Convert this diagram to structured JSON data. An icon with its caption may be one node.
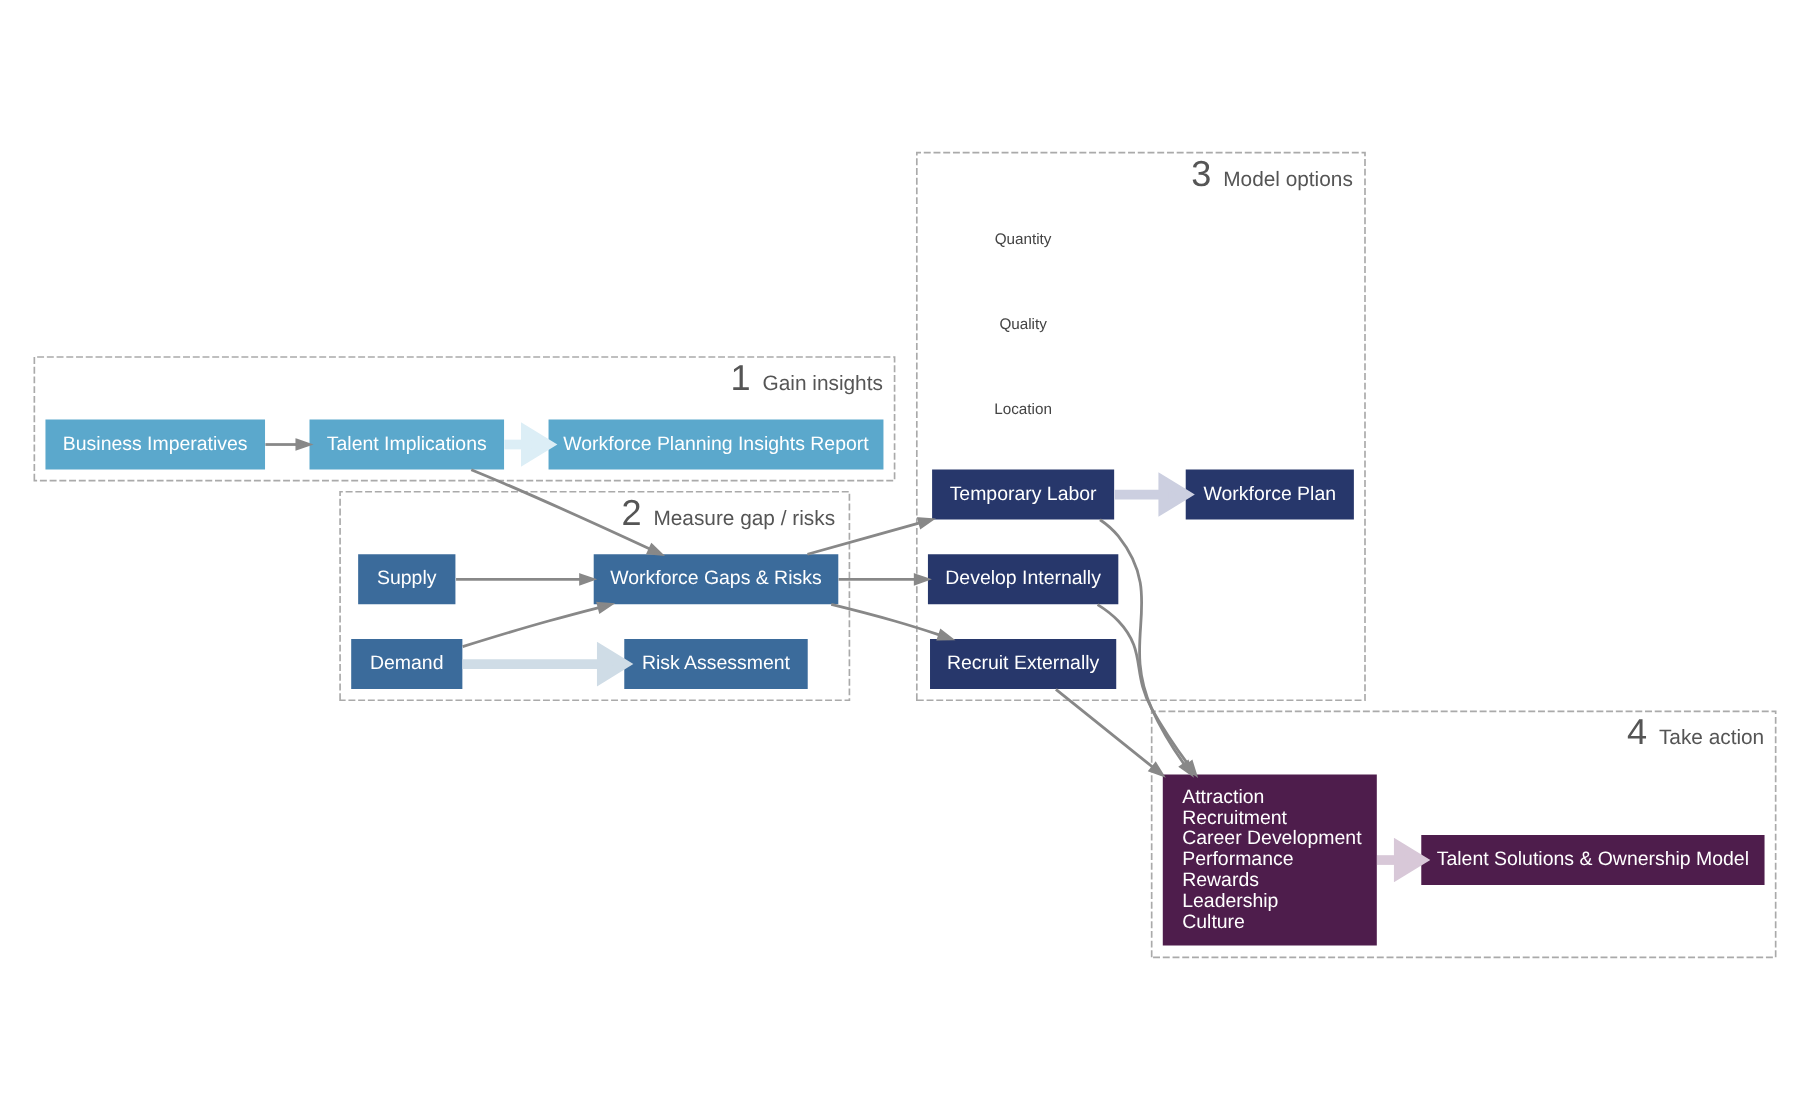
{
  "diagram": {
    "nodes": [
      {
        "text": [
          "1",
          "Gain insights"
        ]
      },
      {
        "text": [
          "Business Imperatives"
        ],
        "in": 0
      },
      {
        "text": [
          "Talent Implications"
        ],
        "in": 0
      },
      {
        "text": [
          "Workforce Planning Insights Report"
        ],
        "in": 0
      },
      {
        "text": [
          "2",
          "Measure gap / risks"
        ]
      },
      {
        "text": [
          "Supply"
        ],
        "in": 4
      },
      {
        "text": [
          "Workforce Gaps & Risks"
        ],
        "in": 4
      },
      {
        "text": [
          "Demand"
        ],
        "in": 4
      },
      {
        "text": [
          "Risk Assessment"
        ],
        "in": 4
      },
      {
        "text": [
          "3",
          "Model options"
        ]
      },
      {
        "text": [
          "Develop Internally"
        ],
        "in": 9
      },
      {
        "text": [
          "Recruit Externally"
        ],
        "in": 9
      },
      {
        "text": [
          "Temporary Labor"
        ],
        "in": 9
      },
      {
        "text": [
          "Workforce Plan"
        ],
        "in": 9
      },
      {
        "text": [
          "4",
          "Take action"
        ]
      },
      {
        "text": [
          "Attraction",
          "Recruitment",
          "Career Development",
          "Performance",
          "Rewards",
          "Leadership",
          "Culture"
        ],
        "in": 14
      },
      {
        "text": [
          "Talent Solutions & Ownership Model"
        ],
        "in": 14
      }
    ],
    "edges": [
      {
        "from": 1,
        "to": 2,
        "arrow": "to"
      },
      {
        "from": 2,
        "to": 6,
        "arrow": "to"
      },
      {
        "from": 5,
        "to": 6,
        "arrow": "to"
      },
      {
        "from": 7,
        "to": 6,
        "arrow": "to"
      },
      {
        "from": 6,
        "to": 10,
        "arrow": "to"
      },
      {
        "from": 6,
        "to": 11,
        "arrow": "to"
      },
      {
        "from": 6,
        "to": 12,
        "arrow": "to"
      },
      {
        "from": 10,
        "to": 15,
        "arrow": "to"
      },
      {
        "from": 11,
        "to": 15,
        "arrow": "to"
      },
      {
        "from": 12,
        "to": 15,
        "arrow": "to"
      },
      {
        "from": 2,
        "to": 3,
        "arrow": "to",
        "style": "thick",
        "color": "#dceef6"
      },
      {
        "from": 7,
        "to": 8,
        "arrow": "to",
        "style": "thick",
        "color": "#cfdce6"
      },
      {
        "from": 12,
        "to": 13,
        "arrow": "to",
        "style": "thick",
        "color": "#cccfe0"
      },
      {
        "from": 15,
        "to": 16,
        "arrow": "to",
        "style": "thick",
        "color": "#d8c8d8"
      }
    ],
    "labels": [
      "Quantity",
      "Quality",
      "Location"
    ]
  }
}
